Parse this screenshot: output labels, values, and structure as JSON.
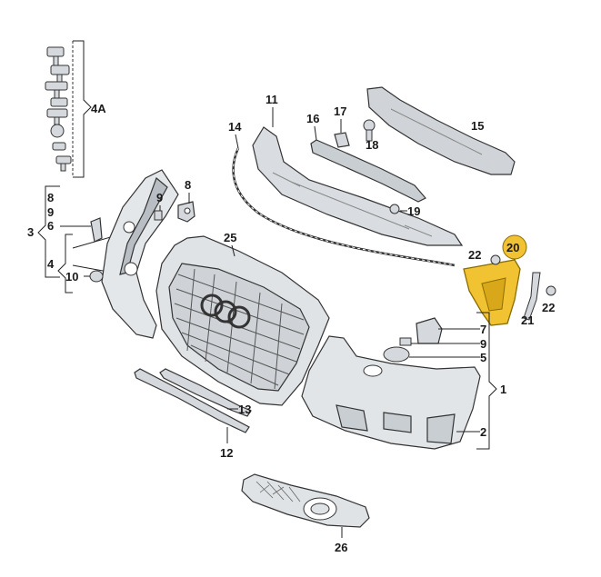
{
  "callouts": {
    "c4A": "4A",
    "c11": "11",
    "c14": "14",
    "c16": "16",
    "c17": "17",
    "c18": "18",
    "c15": "15",
    "c19": "19",
    "c8a": "8",
    "c9a": "9",
    "c8b": "8",
    "c9b": "9",
    "c3": "3",
    "c6": "6",
    "c25": "25",
    "c4": "4",
    "c10": "10",
    "c20": "20",
    "c22a": "22",
    "c22b": "22",
    "c21": "21",
    "c7": "7",
    "c9c": "9",
    "c5": "5",
    "c1": "1",
    "c13": "13",
    "c2": "2",
    "c12": "12",
    "c26": "26"
  },
  "colors": {
    "part_fill": "#e4e7ea",
    "part_shade": "#b9bec4",
    "highlight_fill": "#f1c232",
    "highlight_stroke": "#8a6d00",
    "line": "#222222"
  }
}
